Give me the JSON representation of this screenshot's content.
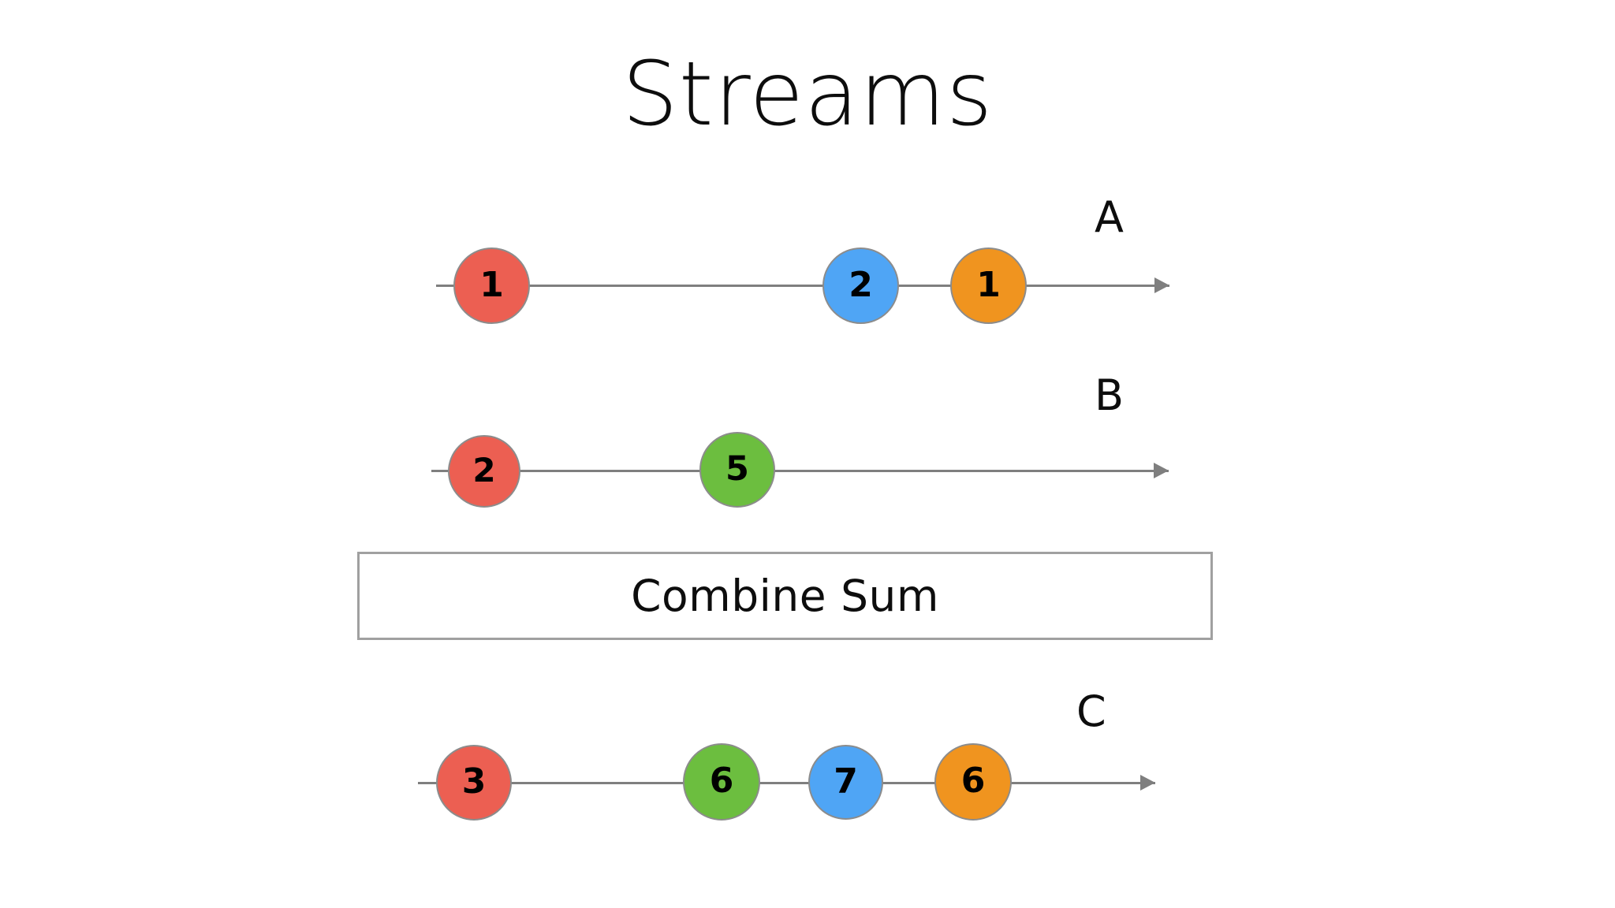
{
  "slide": {
    "title": "Streams",
    "background_color": "#ffffff"
  },
  "palette": {
    "red": "#EC5F52",
    "blue": "#4FA5F5",
    "orange": "#F0941F",
    "green": "#6CBE3F",
    "line": "#7f7f7f",
    "circle_border": "#8c8c8c",
    "box_border": "#a0a0a0",
    "text": "#0d0d0d"
  },
  "streams": [
    {
      "id": "a",
      "label": "A",
      "events": [
        {
          "value": "1",
          "color": "red"
        },
        {
          "value": "2",
          "color": "blue"
        },
        {
          "value": "1",
          "color": "orange"
        }
      ]
    },
    {
      "id": "b",
      "label": "B",
      "events": [
        {
          "value": "2",
          "color": "red"
        },
        {
          "value": "5",
          "color": "green"
        }
      ]
    },
    {
      "id": "c",
      "label": "C",
      "events": [
        {
          "value": "3",
          "color": "red"
        },
        {
          "value": "6",
          "color": "green"
        },
        {
          "value": "7",
          "color": "blue"
        },
        {
          "value": "6",
          "color": "orange"
        }
      ]
    }
  ],
  "operator": {
    "label": "Combine Sum"
  }
}
